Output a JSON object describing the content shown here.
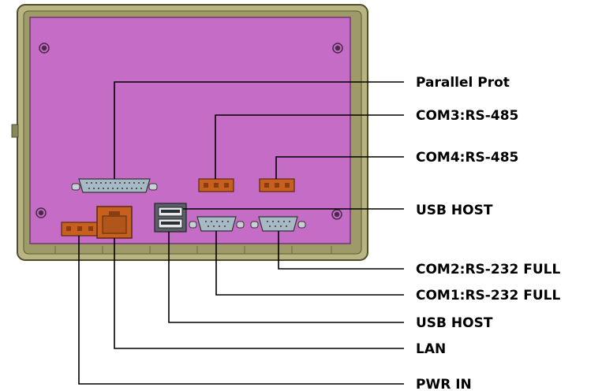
{
  "diagram": {
    "callouts": {
      "parallel_port": "Parallel Prot",
      "com3": "COM3:RS-485",
      "com4": "COM4:RS-485",
      "usb_host_top": "USB HOST",
      "com2": "COM2:RS-232 FULL",
      "com1": "COM1:RS-232 FULL",
      "usb_host_bottom": "USB HOST",
      "lan": "LAN",
      "pwr_in": "PWR IN"
    },
    "colors": {
      "housing_frame": "#b9b583",
      "panel": "#c56cc6",
      "orange_connector": "#c7601f",
      "dsub_connector": "#a7b9c4",
      "usb_connector": "#5a6068"
    }
  }
}
